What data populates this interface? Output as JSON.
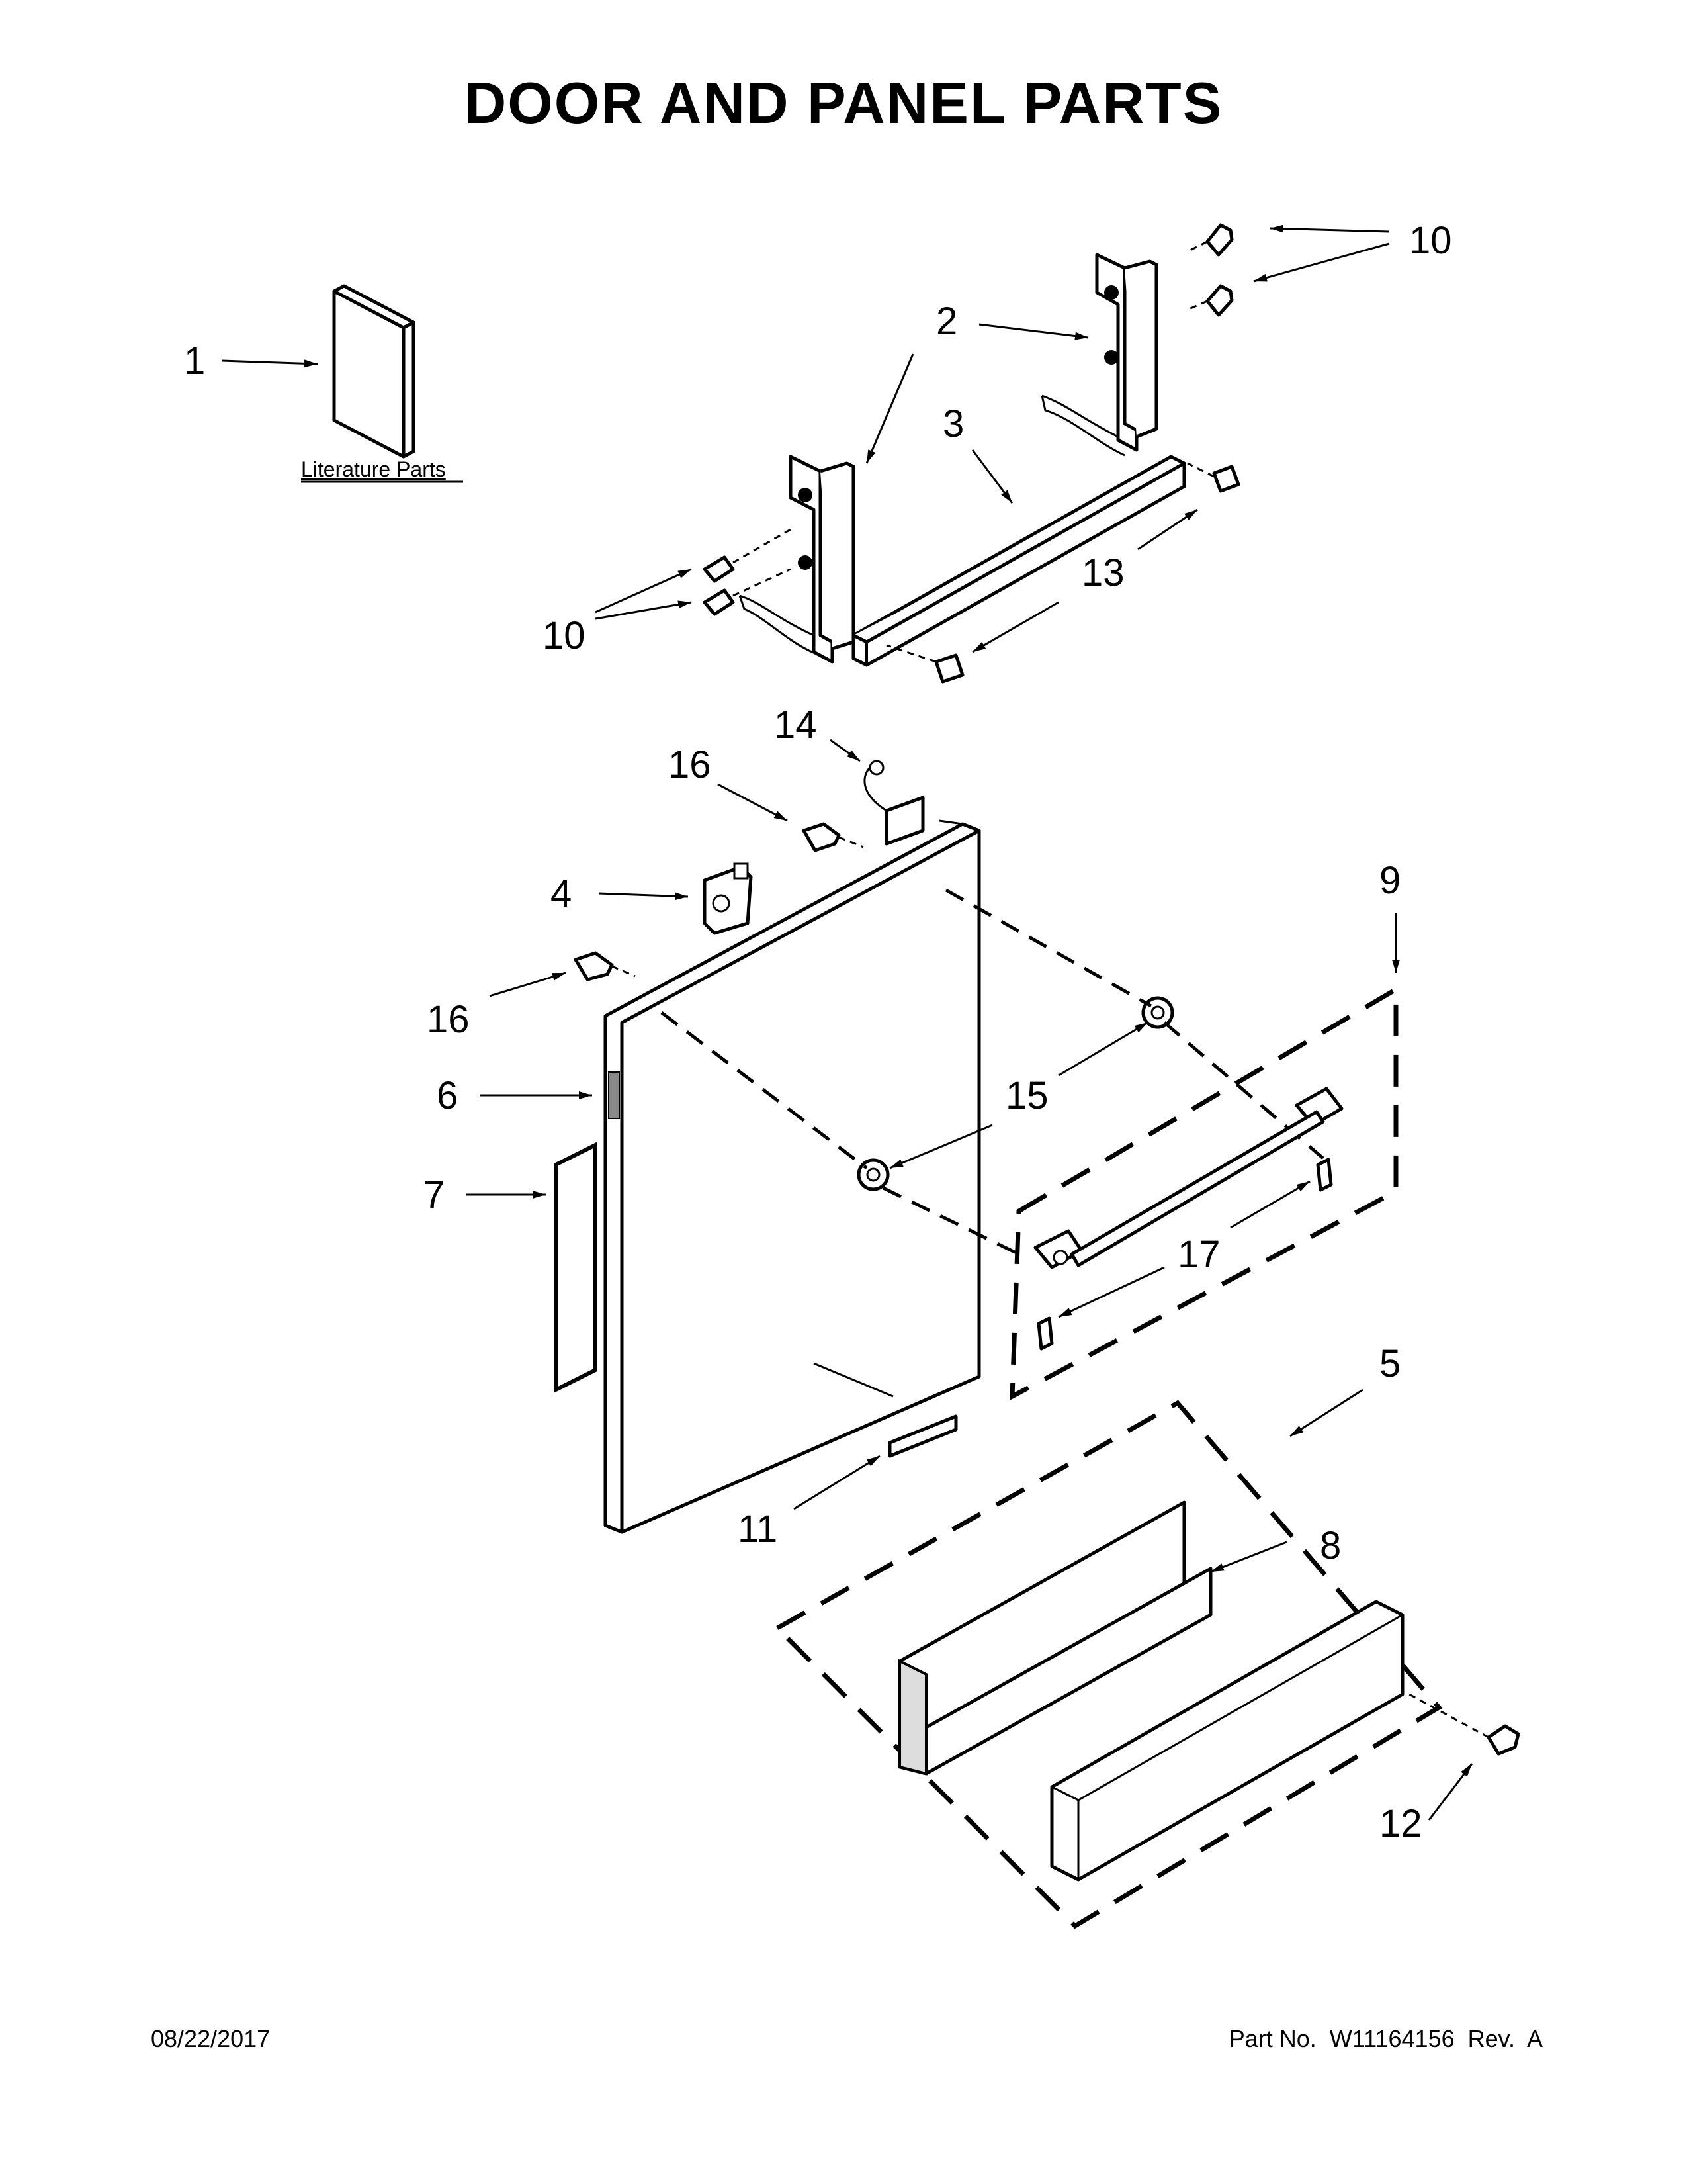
{
  "title": "DOOR AND PANEL PARTS",
  "literature_label": "Literature Parts",
  "callouts": {
    "c1": "1",
    "c2": "2",
    "c3": "3",
    "c4": "4",
    "c5": "5",
    "c6": "6",
    "c7": "7",
    "c8": "8",
    "c9": "9",
    "c10a": "10",
    "c10b": "10",
    "c11": "11",
    "c12": "12",
    "c13": "13",
    "c14": "14",
    "c15": "15",
    "c16a": "16",
    "c16b": "16",
    "c17": "17"
  },
  "footer": {
    "date": "08/22/2017",
    "part": "Part No.  W11164156  Rev.  A"
  }
}
